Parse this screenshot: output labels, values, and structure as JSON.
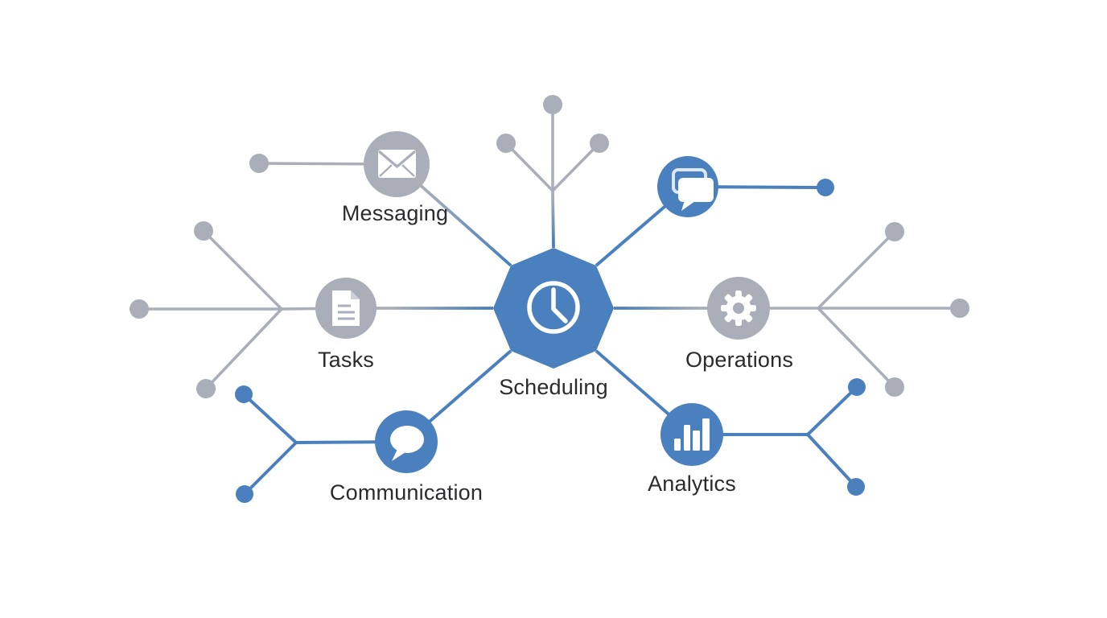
{
  "diagram": {
    "type": "hub-and-spoke",
    "background": "#ffffff",
    "text_color": "#2b2b2e",
    "palette": {
      "blue": "#4a80bd",
      "gray": "#a9aeb8",
      "white": "#ffffff"
    },
    "center_node": {
      "label": "Scheduling",
      "icon": "clock-icon",
      "shape": "octagon",
      "color": "#4a80bd"
    },
    "nodes": [
      {
        "id": "messaging",
        "label": "Messaging",
        "icon": "envelope-icon",
        "color": "#a9aeb8"
      },
      {
        "id": "tasks",
        "label": "Tasks",
        "icon": "document-icon",
        "color": "#a9aeb8"
      },
      {
        "id": "operations",
        "label": "Operations",
        "icon": "gear-icon",
        "color": "#a9aeb8"
      },
      {
        "id": "communication",
        "label": "Communication",
        "icon": "speech-bubble-icon",
        "color": "#4a80bd"
      },
      {
        "id": "analytics",
        "label": "Analytics",
        "icon": "bar-chart-icon",
        "color": "#4a80bd"
      },
      {
        "id": "chat",
        "label": "",
        "icon": "chat-bubbles-icon",
        "color": "#4a80bd"
      }
    ]
  }
}
